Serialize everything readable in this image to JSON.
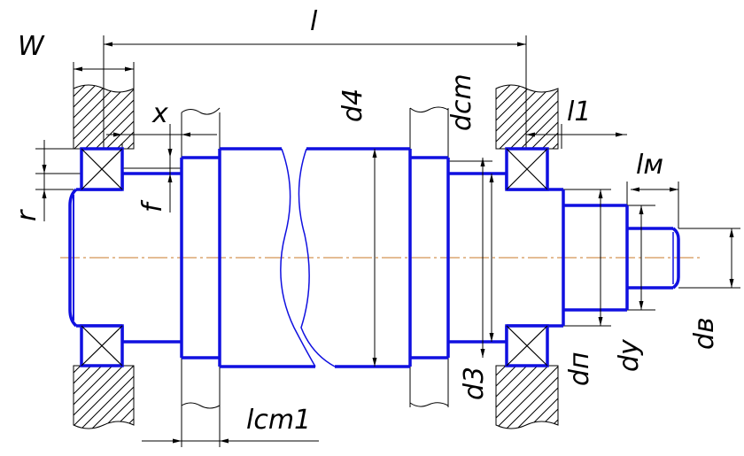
{
  "title": "",
  "colors": {
    "background": "#ffffff",
    "shaft_outline": "#1010e0",
    "dimension_lines": "#000000",
    "axis_line": "#c87a2a"
  },
  "labels": {
    "l": "l",
    "w": "W",
    "x": "x",
    "r": "r",
    "f": "f",
    "d4": "d4",
    "dcm": "dcm",
    "l1": "l1",
    "lm": "lм",
    "d3": "d3",
    "dn": "dп",
    "dy": "dy",
    "dv": "dв",
    "lcm1": "lcm1"
  }
}
